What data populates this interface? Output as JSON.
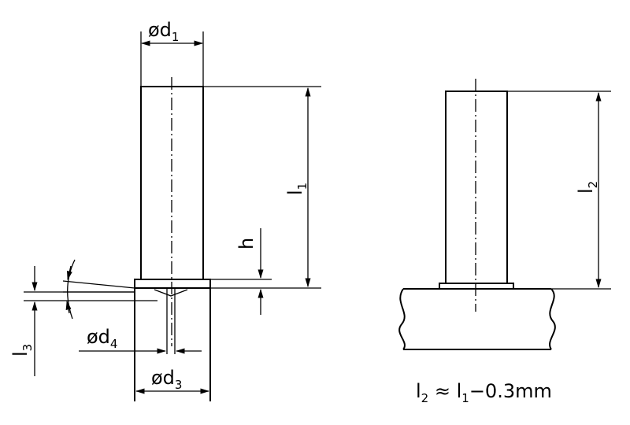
{
  "labels": {
    "d1": {
      "base": "ød",
      "sub": "1"
    },
    "d3": {
      "base": "ød",
      "sub": "3"
    },
    "d4": {
      "base": "ød",
      "sub": "4"
    },
    "l1": {
      "base": "l",
      "sub": "1"
    },
    "l2": {
      "base": "l",
      "sub": "2"
    },
    "l3": {
      "base": "l",
      "sub": "3"
    },
    "h": {
      "base": "h"
    }
  },
  "formula": {
    "l2": "l",
    "sub2": "2",
    "approx": " ≈ ",
    "l1": "l",
    "sub1": "1",
    "rest": "−0.3mm"
  }
}
